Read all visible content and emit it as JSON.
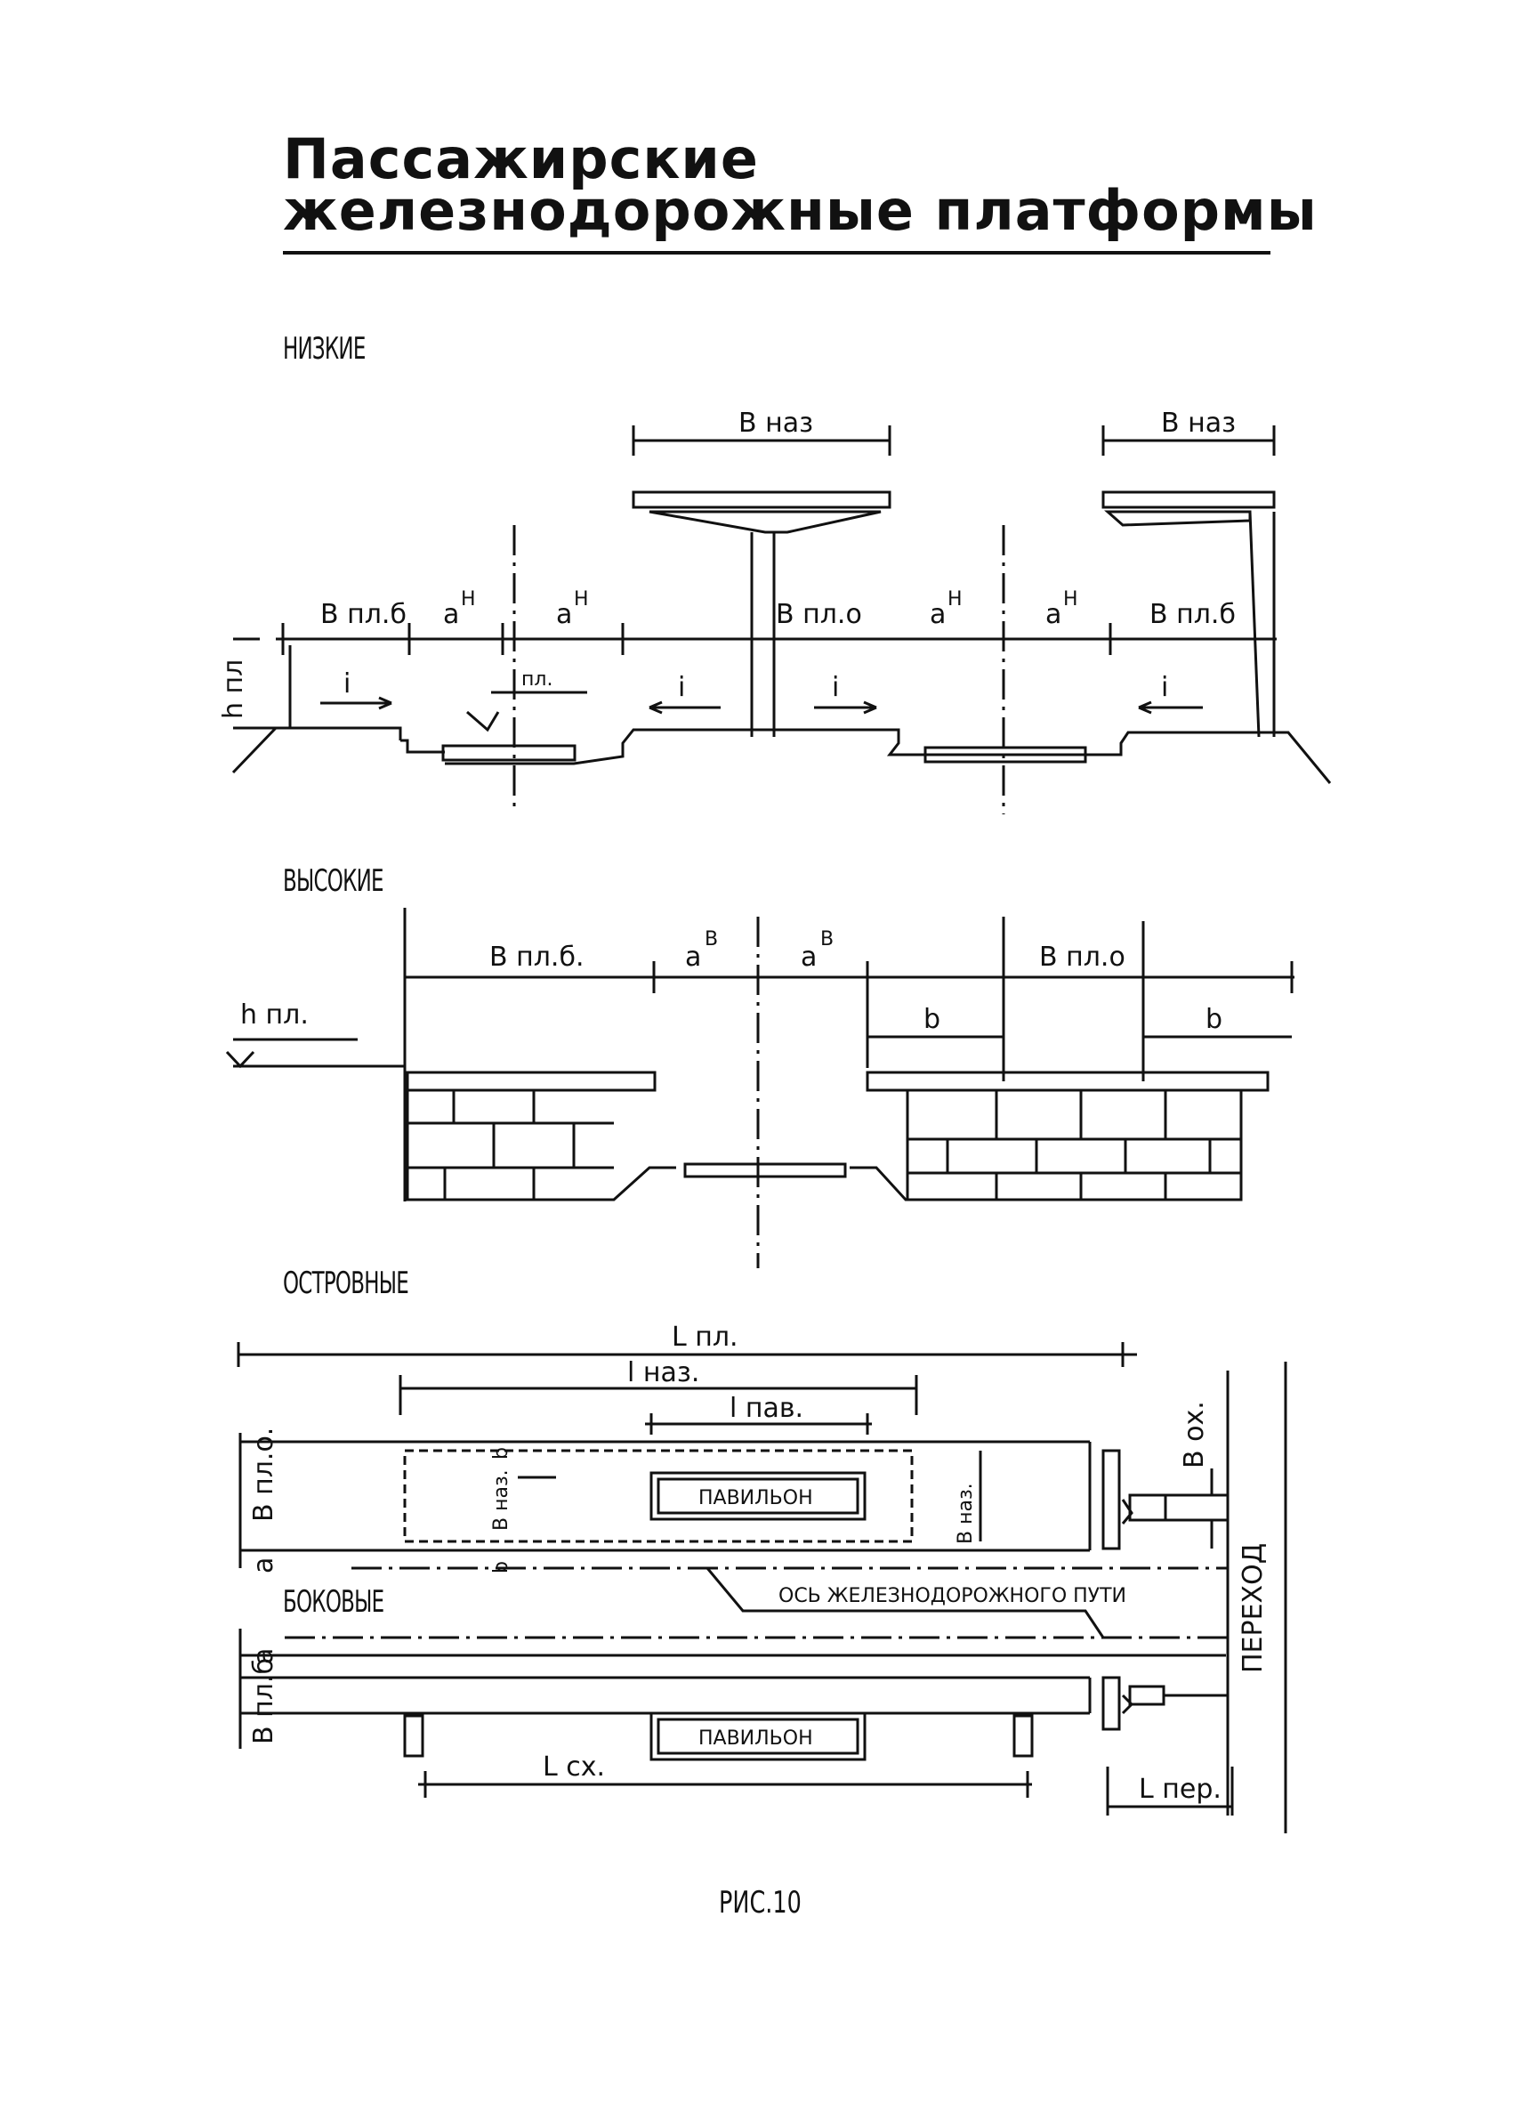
{
  "title": {
    "line1": "Пассажирские",
    "line2": "железнодорожные платформы"
  },
  "sections": {
    "low": "НИЗКИЕ",
    "high": "ВЫСОКИЕ",
    "island": "ОСТРОВНЫЕ",
    "side": "БОКОВЫЕ"
  },
  "low_labels": {
    "b_naz_left": "В наз",
    "b_naz_right": "В наз",
    "b_pl_b_left": "В пл.б",
    "b_pl_o": "В пл.о",
    "b_pl_b_right": "В пл.б",
    "a": "а",
    "sup": "Н",
    "h_pl": "h пл",
    "h_pl_small": "пл.",
    "slope": "i"
  },
  "high_labels": {
    "b_pl_b": "В пл.б.",
    "b_pl_o": "В пл.о",
    "a": "а",
    "sup": "В",
    "b": "b",
    "h_pl": "h пл."
  },
  "plan_labels": {
    "L_pl": "L пл.",
    "l_naz": "l наз.",
    "l_pav": "l пав.",
    "b_pl_o": "В пл.о.",
    "b_naz_left": "В наз.",
    "b_naz_right": "В наз.",
    "b_small": "b",
    "a": "а",
    "b_ok": "В ох.",
    "pavilion": "ПАВИЛЬОН",
    "track_axis": "ОСЬ ЖЕЛЕЗНОДОРОЖНОГО ПУТИ",
    "b_pl_b": "В пл.б",
    "L_sh": "L сх.",
    "L_per": "L пер.",
    "crossing": "ПЕРЕХОД"
  },
  "caption": "РИС.10"
}
